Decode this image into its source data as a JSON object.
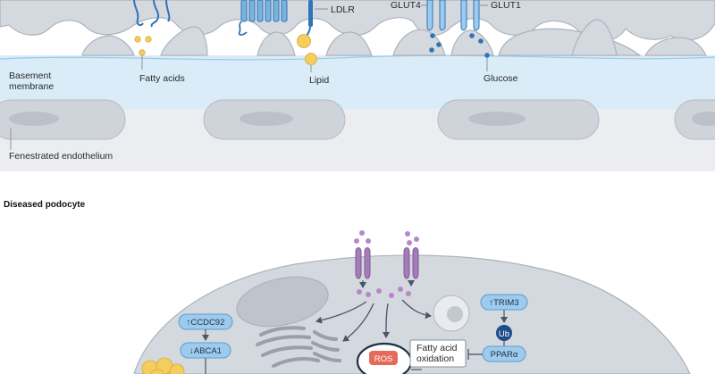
{
  "healthy": {
    "labels": {
      "basement_membrane": "Basement\nmembrane",
      "fenestrated_endothelium": "Fenestrated endothelium",
      "fatty_acids": "Fatty acids",
      "lipid": "Lipid",
      "glucose": "Glucose",
      "ldlr": "LDLR",
      "glut4": "GLUT4",
      "glut1": "GLUT1"
    }
  },
  "diseased": {
    "heading": "Diseased podocyte",
    "markers": {
      "ccdc92": "↑CCDC92",
      "abca1": "↓ABCA1",
      "trim3": "↑TRIM3",
      "ub": "Ub",
      "ppara": "PPARα",
      "ros": "ROS",
      "fao": "Fatty acid\noxidation"
    }
  },
  "colors": {
    "cell_gray": "#d4d8df",
    "cell_stroke": "#aeb3bb",
    "membrane_blue": "#d9ecf8",
    "lipid_yellow": "#f4cd5f",
    "glucose_blue": "#2f74b8",
    "receptor_blue": "#7ab3dd",
    "transporter_purple": "#a57cb8",
    "dot_purple": "#b589c6",
    "pill_blue": "#9dcbee",
    "ros_red": "#e46a5b"
  }
}
